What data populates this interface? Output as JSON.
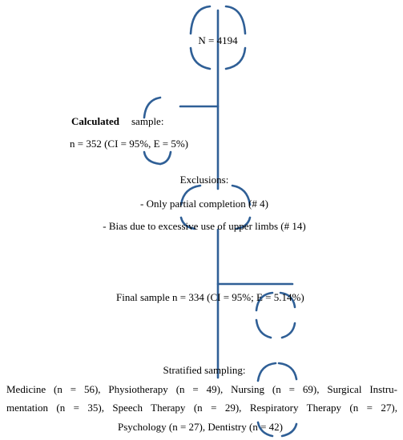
{
  "population": {
    "text": "N = 4194"
  },
  "calculated_sample": {
    "label_left": "Calculated",
    "label_right": "sample:",
    "value": "n = 352 (CI = 95%, E = 5%)"
  },
  "exclusions": {
    "title": "Exclusions:",
    "items": [
      "- Only partial completion (# 4)",
      "- Bias due to excessive use of upper limbs (# 14)"
    ]
  },
  "final_sample": {
    "text": "Final sample n = 334 (CI = 95%; E = 5.14%)"
  },
  "stratified": {
    "title": "Stratified sampling:",
    "lines": [
      "Medicine (n = 56), Physiotherapy (n = 49), Nursing (n = 69), Surgical Instru-",
      "mentation (n = 35), Speech Therapy (n = 29), Respiratory Therapy (n = 27),",
      "Psychology (n = 27), Dentistry (n = 42)"
    ]
  },
  "colors": {
    "line": "#2f5f96",
    "text": "#000000"
  }
}
